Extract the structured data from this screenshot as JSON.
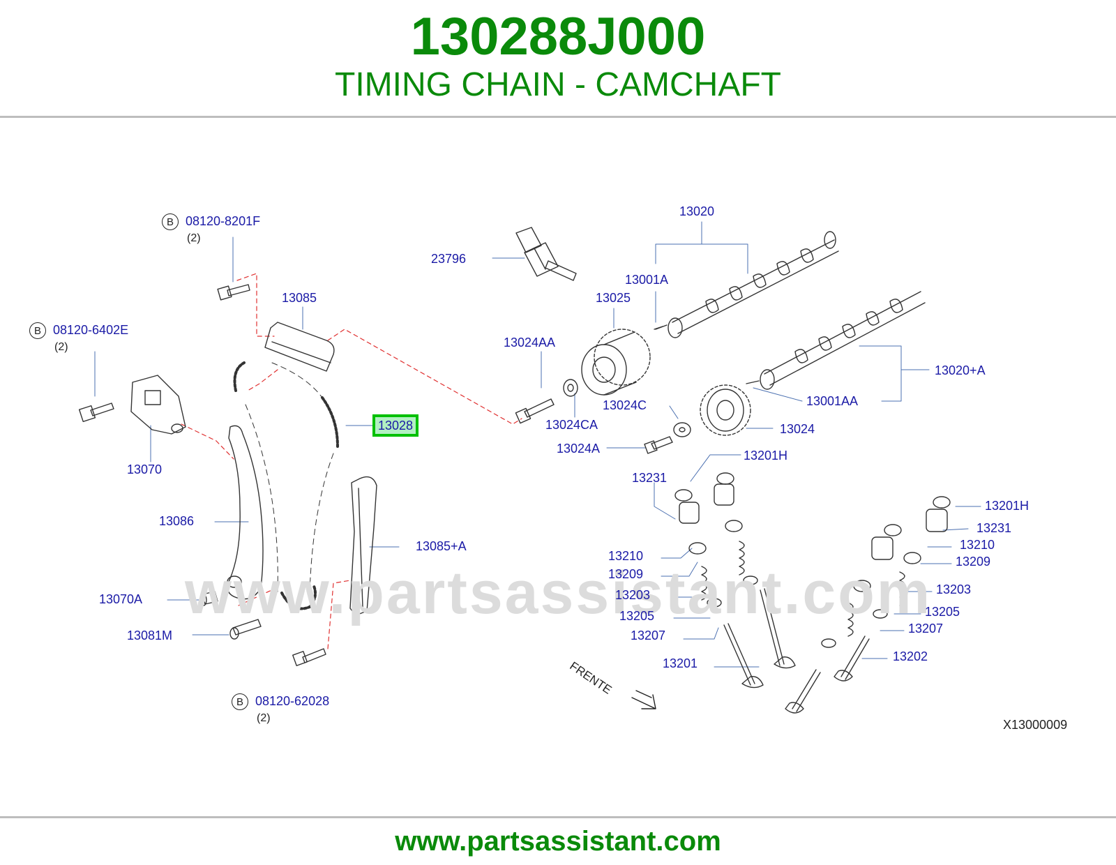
{
  "header": {
    "part_number": "130288J000",
    "section_title": "TIMING CHAIN - CAMCHAFT"
  },
  "footer": {
    "url": "www.partsassistant.com"
  },
  "watermark": "www.partsassistant.com",
  "colors": {
    "title_green": "#0a8a0a",
    "label_blue": "#1a1aa6",
    "leader_red": "#e03030",
    "highlight_border": "#00c000",
    "highlight_fill": "#b2f0c2",
    "watermark_gray": "#dcdcdc",
    "rule_gray": "#bdbdbd"
  },
  "diagram": {
    "callouts": {
      "c_13020": "13020",
      "c_23796": "23796",
      "c_13001A": "13001A",
      "c_13025": "13025",
      "c_13024AA": "13024AA",
      "c_13020A": "13020+A",
      "c_13001AA": "13001AA",
      "c_13024C": "13024C",
      "c_13024CA": "13024CA",
      "c_13024": "13024",
      "c_13024A": "13024A",
      "c_13201H_a": "13201H",
      "c_13231_a": "13231",
      "c_13201H_b": "13201H",
      "c_13231_b": "13231",
      "c_13210_a": "13210",
      "c_13210_b": "13210",
      "c_13209_a": "13209",
      "c_13209_b": "13209",
      "c_13203_a": "13203",
      "c_13203_b": "13203",
      "c_13205_a": "13205",
      "c_13205_b": "13205",
      "c_13207_a": "13207",
      "c_13207_b": "13207",
      "c_13201": "13201",
      "c_13202": "13202",
      "c_08120_8201F": "08120-8201F",
      "c_13085": "13085",
      "c_08120_6402E": "08120-6402E",
      "c_13028": "13028",
      "c_13070": "13070",
      "c_13086": "13086",
      "c_13085A": "13085+A",
      "c_13070A": "13070A",
      "c_13081M": "13081M",
      "c_08120_62028": "08120-62028"
    },
    "qty_1": "(2)",
    "qty_2": "(2)",
    "qty_3": "(2)",
    "bolt_code_letter": "B",
    "frente": "FRENTE",
    "ref_code": "X13000009"
  }
}
